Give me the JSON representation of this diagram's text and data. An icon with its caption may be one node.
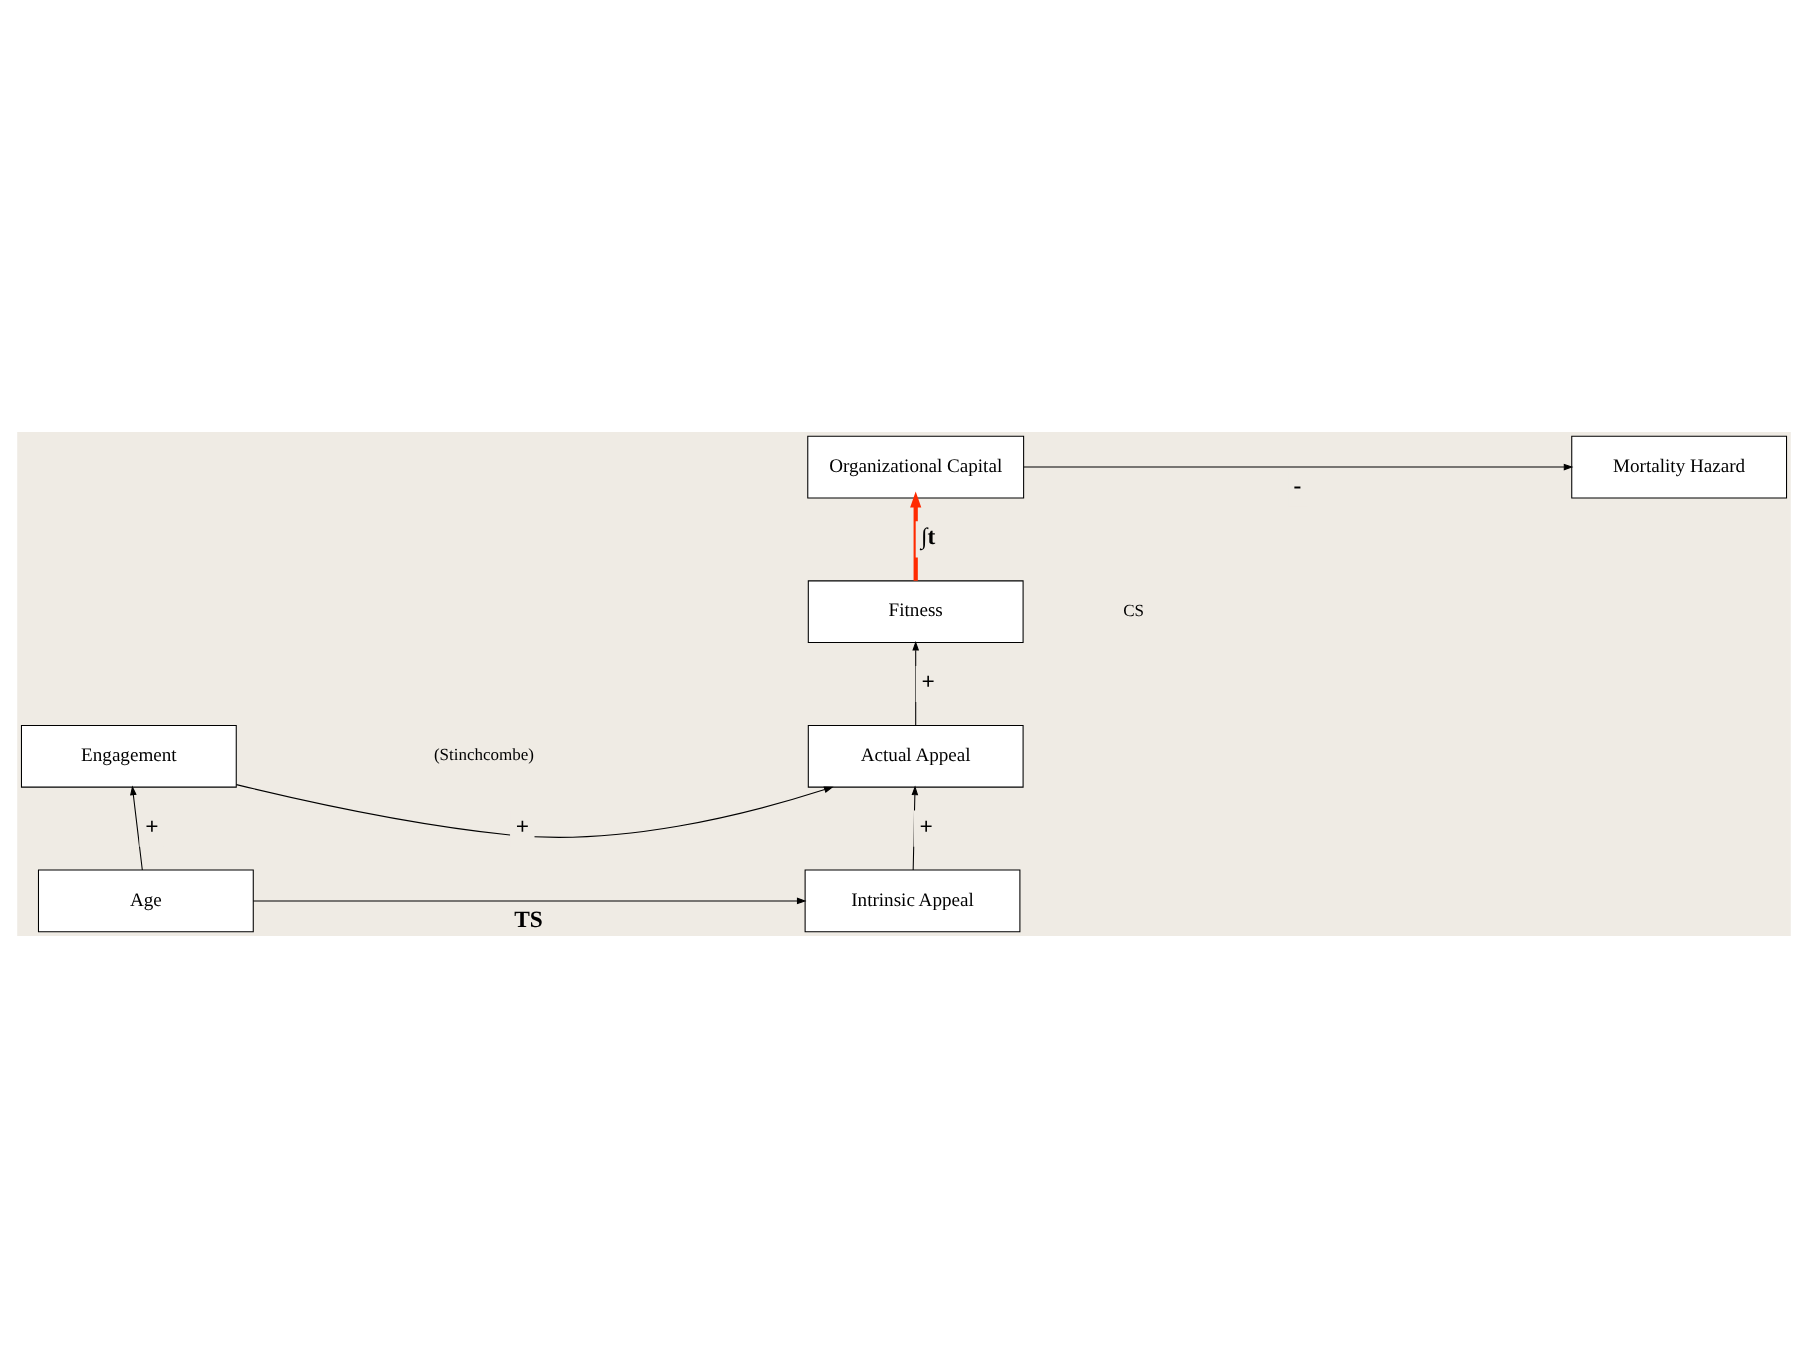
{
  "diagram": {
    "nodes": [
      {
        "text": [
          "Organizational Capital"
        ]
      },
      {
        "text": [
          "Mortality Hazard"
        ]
      },
      {
        "text": [
          "Fitness"
        ]
      },
      {
        "text": [
          "Actual Appeal"
        ]
      },
      {
        "text": [
          "Engagement"
        ]
      },
      {
        "text": [
          "Intrinsic Appeal"
        ]
      },
      {
        "text": [
          "Age"
        ]
      }
    ],
    "edges": [
      {
        "from": 0,
        "to": 1,
        "arrow": "to",
        "label": "-"
      },
      {
        "from": 2,
        "to": 0,
        "arrow": "to",
        "label": "∫t",
        "style": "thick",
        "color": "#ff2a00"
      },
      {
        "from": 3,
        "to": 2,
        "arrow": "to",
        "label": "+"
      },
      {
        "from": 4,
        "to": 3,
        "arrow": "to",
        "label": "+"
      },
      {
        "from": 5,
        "to": 3,
        "arrow": "to",
        "label": "+"
      },
      {
        "from": 6,
        "to": 4,
        "arrow": "to",
        "label": "+"
      },
      {
        "from": 6,
        "to": 5,
        "arrow": "to",
        "label": "TS"
      }
    ],
    "labels": [
      "CS",
      "(Stinchcombe)"
    ]
  }
}
